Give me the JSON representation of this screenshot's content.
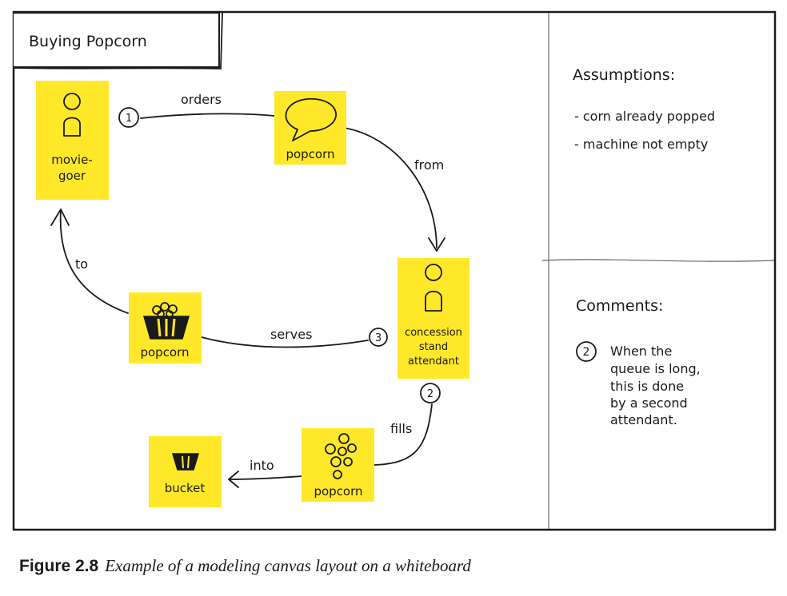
{
  "title": "Buying Popcorn",
  "notes": {
    "moviegoer": [
      "movie-",
      "goer"
    ],
    "popcorn_bubble": "popcorn",
    "attendant": [
      "concession",
      "stand",
      "attendant"
    ],
    "popcorn_box": "popcorn",
    "popcorn_kernels": "popcorn",
    "bucket": "bucket"
  },
  "relations": {
    "orders": "orders",
    "from": "from",
    "to": "to",
    "serves": "serves",
    "fills": "fills",
    "into": "into"
  },
  "steps": {
    "one": "1",
    "two": "2",
    "three": "3"
  },
  "assumptions": {
    "heading": "Assumptions:",
    "items": [
      "- corn already popped",
      "- machine not empty"
    ]
  },
  "comments": {
    "heading": "Comments:",
    "marker": "2",
    "lines": [
      "When the",
      "queue is long,",
      "this  is done",
      "by a second",
      "attendant."
    ]
  },
  "caption": {
    "label": "Figure 2.8",
    "text": "Example of a modeling canvas layout on a whiteboard"
  },
  "colors": {
    "sticky": "#ffe82a",
    "ink": "#1a1a1a"
  }
}
